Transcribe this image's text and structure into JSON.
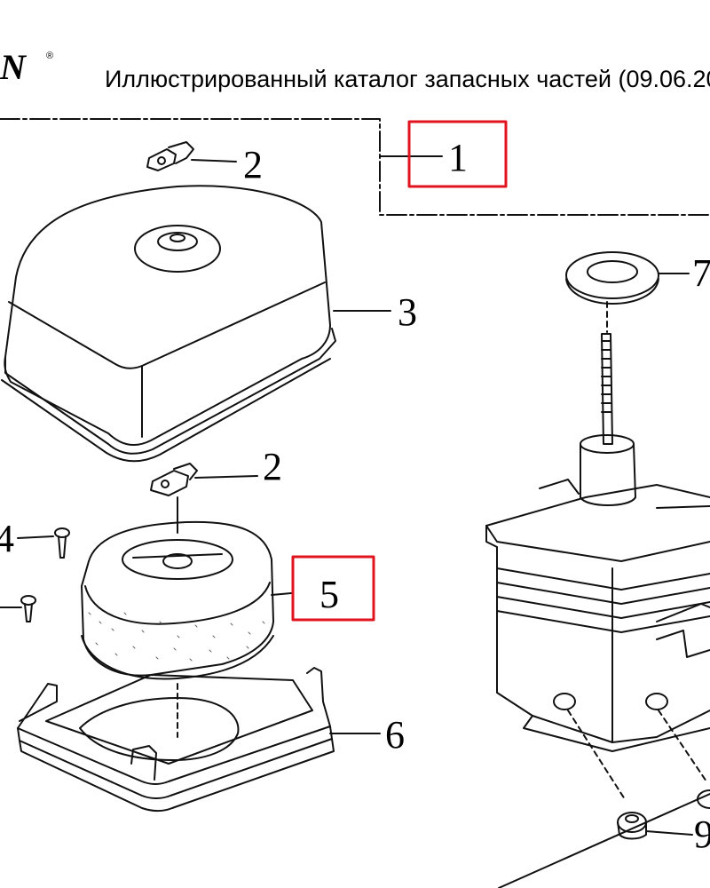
{
  "header": {
    "logo_text": "N",
    "logo_mark": "®",
    "title": "Иллюстрированный каталог запасных частей (09.06.20"
  },
  "callouts": [
    {
      "id": "callout-1",
      "label": "1",
      "highlighted": true
    },
    {
      "id": "callout-2-top",
      "label": "2",
      "highlighted": false
    },
    {
      "id": "callout-3",
      "label": "3",
      "highlighted": false
    },
    {
      "id": "callout-2-mid",
      "label": "2",
      "highlighted": false
    },
    {
      "id": "callout-4",
      "label": "4",
      "highlighted": false
    },
    {
      "id": "callout-5",
      "label": "5",
      "highlighted": true
    },
    {
      "id": "callout-6",
      "label": "6",
      "highlighted": false
    },
    {
      "id": "callout-7",
      "label": "7",
      "highlighted": false
    },
    {
      "id": "callout-9",
      "label": "9",
      "highlighted": false
    }
  ],
  "colors": {
    "highlight": "#e0141e",
    "line": "#111111",
    "background": "#ffffff"
  }
}
